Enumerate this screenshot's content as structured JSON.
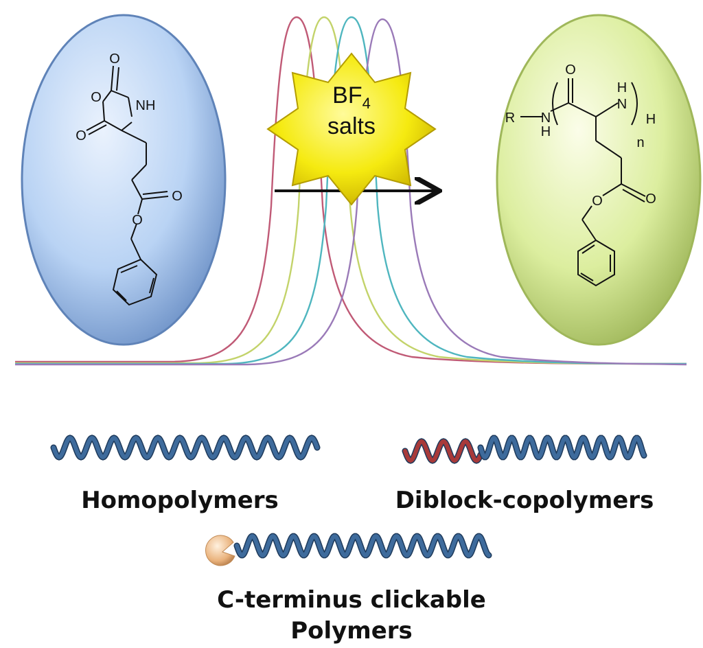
{
  "reagent": {
    "label_main": "BF",
    "label_sub": "4",
    "label_line2": "salts",
    "star_color": "#f7ef1c"
  },
  "monomer": {
    "atoms": {
      "o_carbonyl_top": "O",
      "o_ring": "O",
      "nh": "NH",
      "o_carbonyl_left": "O",
      "o_ester_dbl": "O",
      "o_ester": "O"
    },
    "ellipse_color": "#a9c9f2"
  },
  "polymer": {
    "atoms": {
      "r": "R",
      "nh_left": "N",
      "nh_left_h": "H",
      "o_top": "O",
      "nh_right_h": "H",
      "nh_right": "N",
      "h_end": "H",
      "n_sub": "n",
      "o_ester_dbl": "O",
      "o_ester": "O"
    },
    "ellipse_color": "#dbeda0"
  },
  "curves": {
    "colors": [
      "#c05a76",
      "#c3d36a",
      "#4fb6bf",
      "#9a7ab8"
    ]
  },
  "products": {
    "homopolymers": "Homopolymers",
    "diblock": "Diblock-copolymers",
    "clickable_line1": "C-terminus clickable",
    "clickable_line2": "Polymers"
  },
  "colors": {
    "helix_blue": "#3e6b9c",
    "helix_red": "#a83a3a",
    "endgroup": "#e8b07a"
  }
}
